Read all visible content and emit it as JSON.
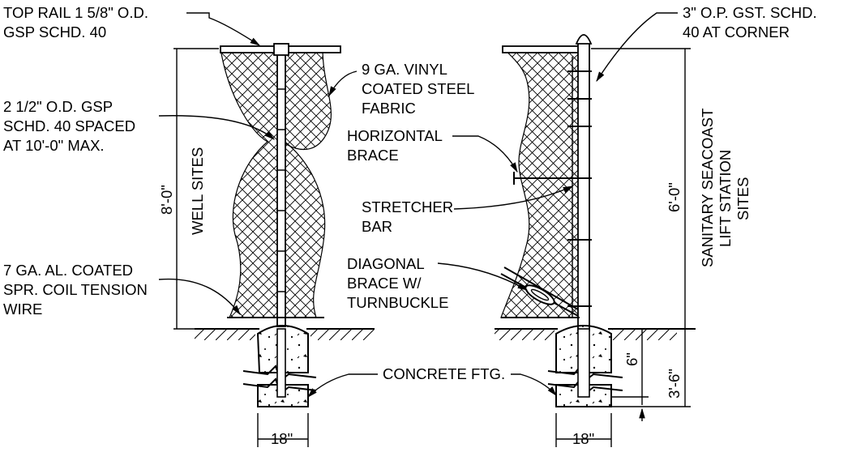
{
  "drawing": {
    "callouts": {
      "top_rail": [
        "TOP RAIL 1 5/8\" O.D.",
        "GSP SCHD. 40"
      ],
      "corner_post": [
        "3\" O.P. GST. SCHD.",
        "40 AT CORNER"
      ],
      "fabric": [
        "9 GA. VINYL",
        "COATED STEEL",
        "FABRIC"
      ],
      "line_post": [
        "2 1/2\" O.D. GSP",
        "SCHD. 40 SPACED",
        "AT 10'-0\" MAX."
      ],
      "horizontal_brace": [
        "HORIZONTAL",
        "BRACE"
      ],
      "stretcher_bar": [
        "STRETCHER",
        "BAR"
      ],
      "diagonal_brace": [
        "DIAGONAL",
        "BRACE W/",
        "TURNBUCKLE"
      ],
      "tension_wire": [
        "7 GA. AL. COATED",
        "SPR. COIL TENSION",
        "WIRE"
      ],
      "footing": "CONCRETE FTG."
    },
    "dimensions": {
      "left_height": "8'-0\"",
      "left_label": "WELL SITES",
      "right_height": "6'-0\"",
      "right_label": [
        "SANITARY SEACOAST",
        "LIFT STATION",
        "SITES"
      ],
      "embed": "6\"",
      "footing_depth": "3'-6\"",
      "footing_width_left": "18\"",
      "footing_width_right": "18\""
    }
  }
}
